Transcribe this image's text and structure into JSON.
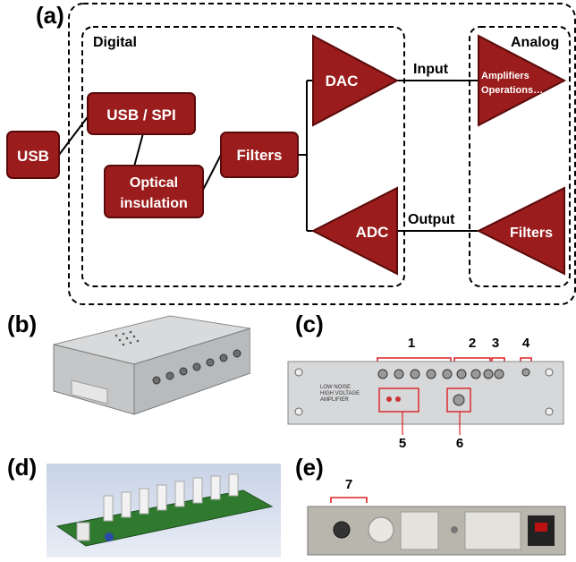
{
  "panels": {
    "a": "(a)",
    "b": "(b)",
    "c": "(c)",
    "d": "(d)",
    "e": "(e)"
  },
  "diagram": {
    "digital_label": "Digital",
    "analog_label": "Analog",
    "usb": "USB",
    "usb_spi": "USB / SPI",
    "optical_line1": "Optical",
    "optical_line2": "insulation",
    "filters_digital": "Filters",
    "dac": "DAC",
    "adc": "ADC",
    "input_label": "Input",
    "output_label": "Output",
    "amplifiers_line1": "Amplifiers",
    "amplifiers_line2": "Operations…",
    "filters_analog": "Filters",
    "colors": {
      "block": "#9b1c1c",
      "block_border": "#5a0a0a",
      "block_text": "#ffffff",
      "line": "#000000"
    }
  },
  "panel_c": {
    "callouts": [
      "1",
      "2",
      "3",
      "4",
      "5",
      "6"
    ],
    "device_text": [
      "LOW NOISE",
      "HIGH VOLTAGE",
      "AMPLIFIER"
    ]
  },
  "panel_e": {
    "callout": "7"
  }
}
